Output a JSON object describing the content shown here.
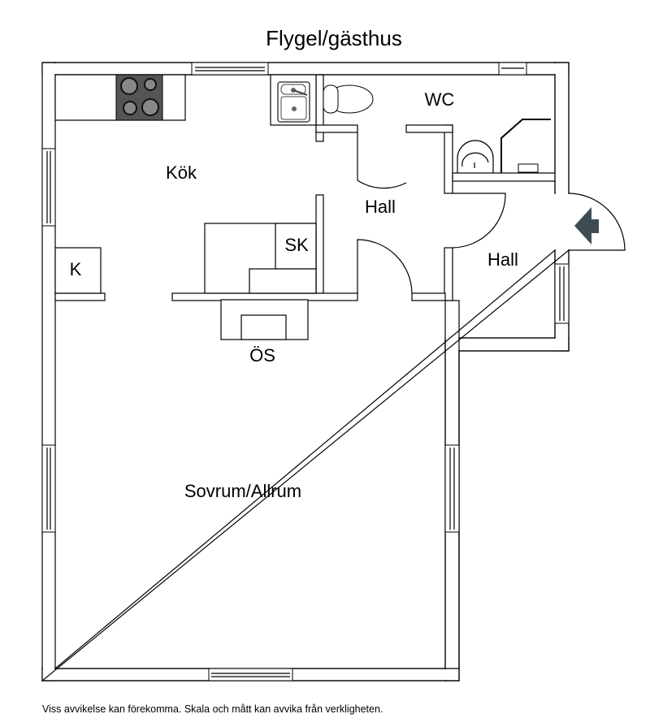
{
  "title": "Flygel/gästhus",
  "rooms": {
    "kitchen": "Kök",
    "wc": "WC",
    "hall_inner": "Hall",
    "hall_entry": "Hall",
    "closet": "SK",
    "fridge": "K",
    "stove_os": "ÖS",
    "bedroom": "Sovrum/Allrum"
  },
  "disclaimer": "Viss avvikelse kan förekomma. Skala och mått kan avvika från verkligheten.",
  "colors": {
    "entry_arrow": "#3d4c52",
    "stove": "#555555"
  }
}
